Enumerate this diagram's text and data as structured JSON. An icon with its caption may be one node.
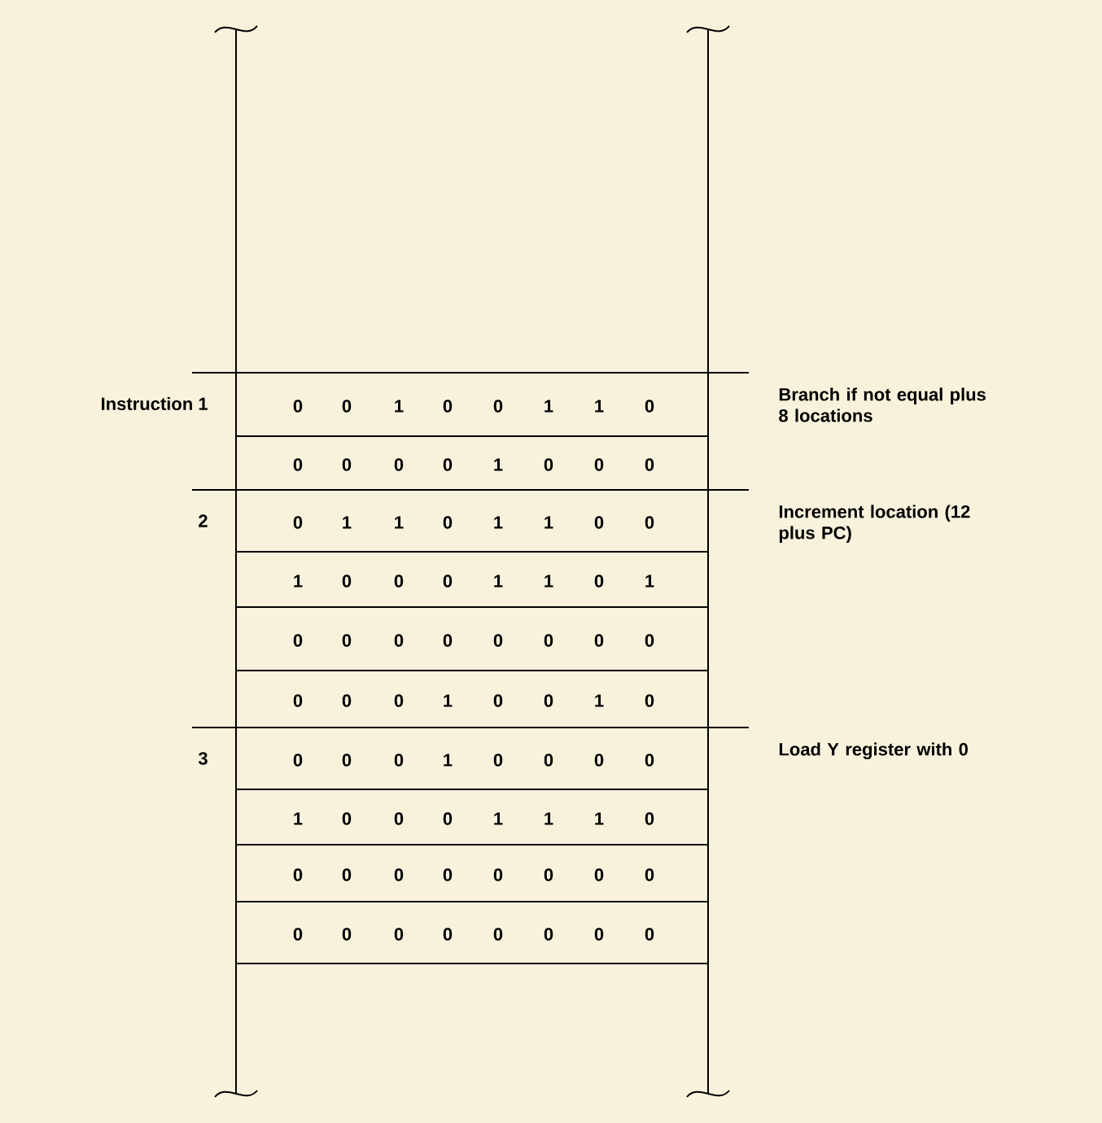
{
  "diagram": {
    "nodes": [
      {
        "text": [
          "0",
          "0",
          "1",
          "0",
          "0",
          "1",
          "1",
          "0"
        ]
      },
      {
        "text": [
          "0",
          "0",
          "0",
          "0",
          "1",
          "0",
          "0",
          "0"
        ]
      },
      {
        "text": [
          "0",
          "1",
          "1",
          "0",
          "1",
          "1",
          "0",
          "0"
        ]
      },
      {
        "text": [
          "1",
          "0",
          "0",
          "0",
          "1",
          "1",
          "0",
          "1"
        ]
      },
      {
        "text": [
          "0",
          "0",
          "0",
          "0",
          "0",
          "0",
          "0",
          "0"
        ]
      },
      {
        "text": [
          "0",
          "0",
          "0",
          "1",
          "0",
          "0",
          "1",
          "0"
        ]
      },
      {
        "text": [
          "0",
          "0",
          "0",
          "1",
          "0",
          "0",
          "0",
          "0"
        ]
      },
      {
        "text": [
          "1",
          "0",
          "0",
          "0",
          "1",
          "1",
          "1",
          "0"
        ]
      },
      {
        "text": [
          "0",
          "0",
          "0",
          "0",
          "0",
          "0",
          "0",
          "0"
        ]
      },
      {
        "text": [
          "0",
          "0",
          "0",
          "0",
          "0",
          "0",
          "0",
          "0"
        ]
      }
    ],
    "edges": [],
    "labels": [
      "Instruction 1",
      "Branch if not equal plus 8 locations",
      "2",
      "Increment location (12 plus PC)",
      "3",
      "Load Y register with 0"
    ]
  }
}
